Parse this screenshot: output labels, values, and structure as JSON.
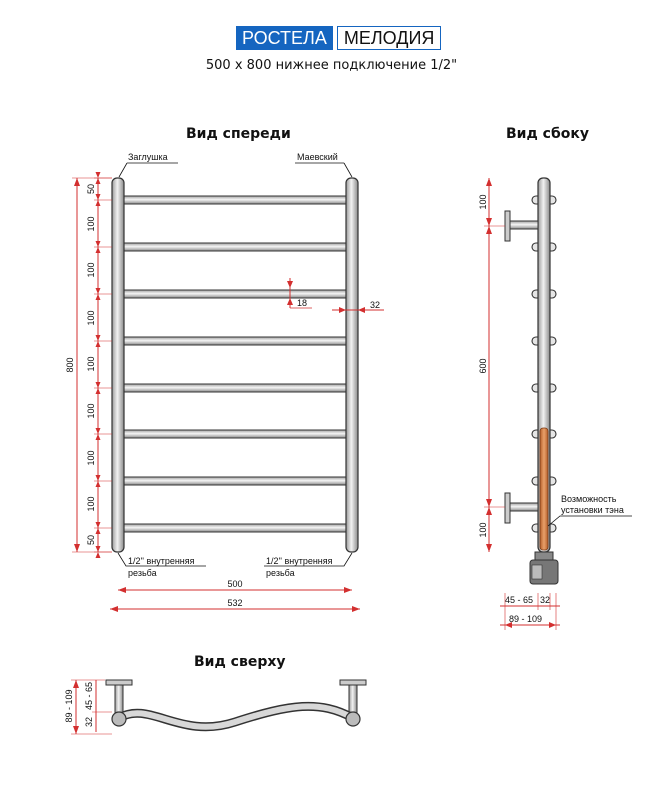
{
  "brand": {
    "name": "РОСТЕЛА",
    "model": "МЕЛОДИЯ"
  },
  "subtitle": "500 x 800 нижнее подключение 1/2\"",
  "views": {
    "front": "Вид спереди",
    "side": "Вид сбоку",
    "top": "Вид сверху"
  },
  "front": {
    "plug_label": "Заглушка",
    "valve_label": "Маевский",
    "thread_label_1": "1/2'' внутренняя",
    "thread_label_2": "резьба",
    "height": "800",
    "segments": [
      "50",
      "100",
      "100",
      "100",
      "100",
      "100",
      "100",
      "100",
      "50"
    ],
    "rung_dim": "18",
    "pipe_dim": "32",
    "width_inner": "500",
    "width_outer": "532"
  },
  "side": {
    "dim_top": "100",
    "dim_mid": "600",
    "dim_bottom": "100",
    "heater_label_1": "Возможность",
    "heater_label_2": "установки тэна",
    "dim_offset": "45 - 65",
    "dim_pipe": "32",
    "dim_total": "89 - 109"
  },
  "top": {
    "dim_total": "89 - 109",
    "dim_offset": "45 - 65",
    "dim_pipe": "32"
  },
  "colors": {
    "brand": "#1565c0",
    "dimension": "#d32f2f",
    "heater": "#c8733a"
  }
}
